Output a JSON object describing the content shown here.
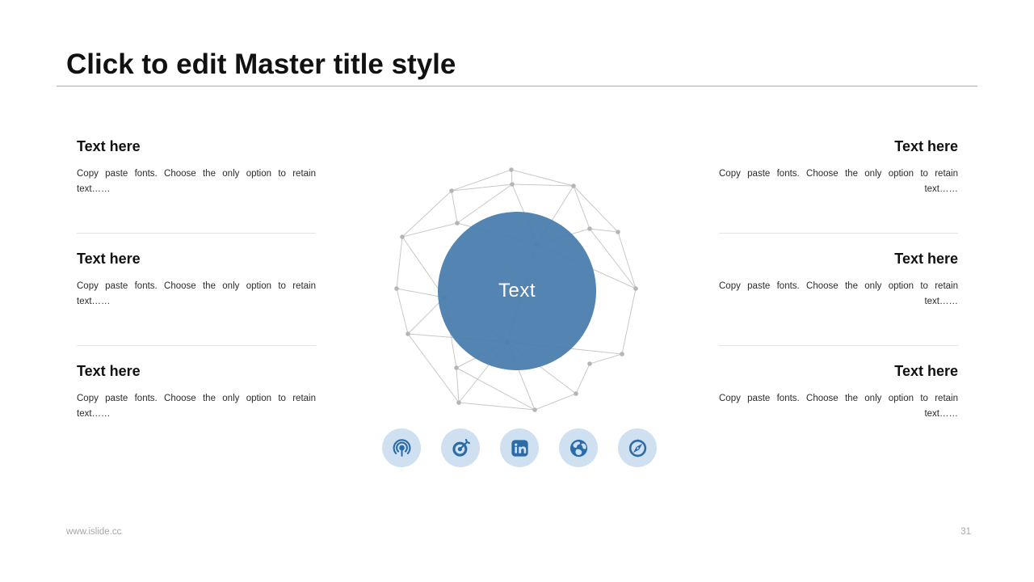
{
  "title": "Click to edit Master title style",
  "footer": {
    "url": "www.islide.cc",
    "page_number": "31"
  },
  "center_graphic": {
    "label": "Text",
    "circle_color": "#4a7dae"
  },
  "icon_row": [
    {
      "name": "broadcast-icon"
    },
    {
      "name": "target-icon"
    },
    {
      "name": "linkedin-icon"
    },
    {
      "name": "globe-icon"
    },
    {
      "name": "compass-icon"
    }
  ],
  "left_column": [
    {
      "heading": "Text here",
      "body": "Copy paste fonts. Choose the only option to retain text……"
    },
    {
      "heading": "Text here",
      "body": "Copy paste fonts. Choose the only option to retain text……"
    },
    {
      "heading": "Text here",
      "body": "Copy paste fonts. Choose the only option to retain text……"
    }
  ],
  "right_column": [
    {
      "heading": "Text here",
      "body": "Copy paste fonts. Choose the only option to retain text……"
    },
    {
      "heading": "Text here",
      "body": "Copy paste fonts. Choose the only option to retain text……"
    },
    {
      "heading": "Text here",
      "body": "Copy paste fonts. Choose the only option to retain text……"
    }
  ],
  "colors": {
    "accent_blue": "#4a7dae",
    "icon_blue": "#2b6ba8",
    "icon_background": "#cfe0f1",
    "mesh_line": "#c8c8c8",
    "mesh_node": "#b5b5b5"
  }
}
